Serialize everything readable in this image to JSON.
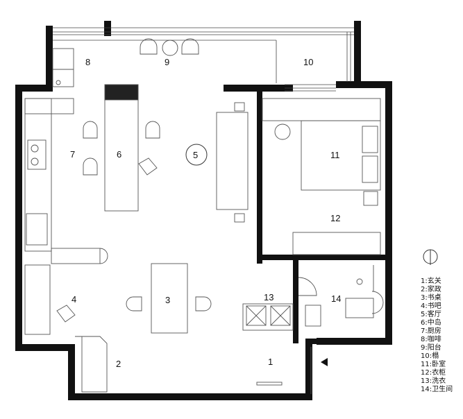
{
  "room_numbers": [
    "1",
    "2",
    "3",
    "4",
    "5",
    "6",
    "7",
    "8",
    "9",
    "10",
    "11",
    "12",
    "13",
    "14"
  ],
  "legend": [
    "1:玄关",
    "2:家政",
    "3:书桌",
    "4:书吧",
    "5:客厅",
    "6:中岛",
    "7:厨房",
    "8:咖啡",
    "9:阳台",
    "10:榻",
    "11:卧室",
    "12:衣柜",
    "13:洗衣",
    "14:卫生间"
  ]
}
